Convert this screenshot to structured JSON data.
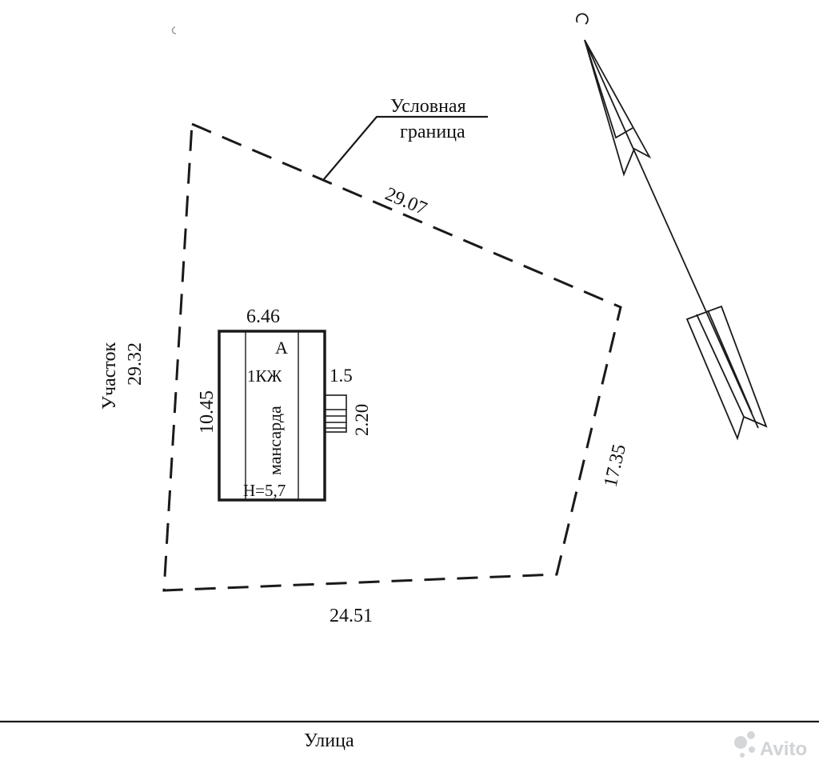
{
  "boundary_label": {
    "line1": "Условная",
    "line2": "граница"
  },
  "plot": {
    "label": "Участок",
    "side_left": "29.32",
    "side_top": "29.07",
    "side_right": "17.35",
    "side_bottom": "24.51"
  },
  "building": {
    "width": "6.46",
    "length": "10.45",
    "letter": "А",
    "material": "1КЖ",
    "attic": "мансарда",
    "height": "Н=5,7"
  },
  "porch": {
    "width": "1.5",
    "length": "2.20"
  },
  "street": {
    "label": "Улица"
  },
  "watermark": {
    "text": "Avito"
  }
}
